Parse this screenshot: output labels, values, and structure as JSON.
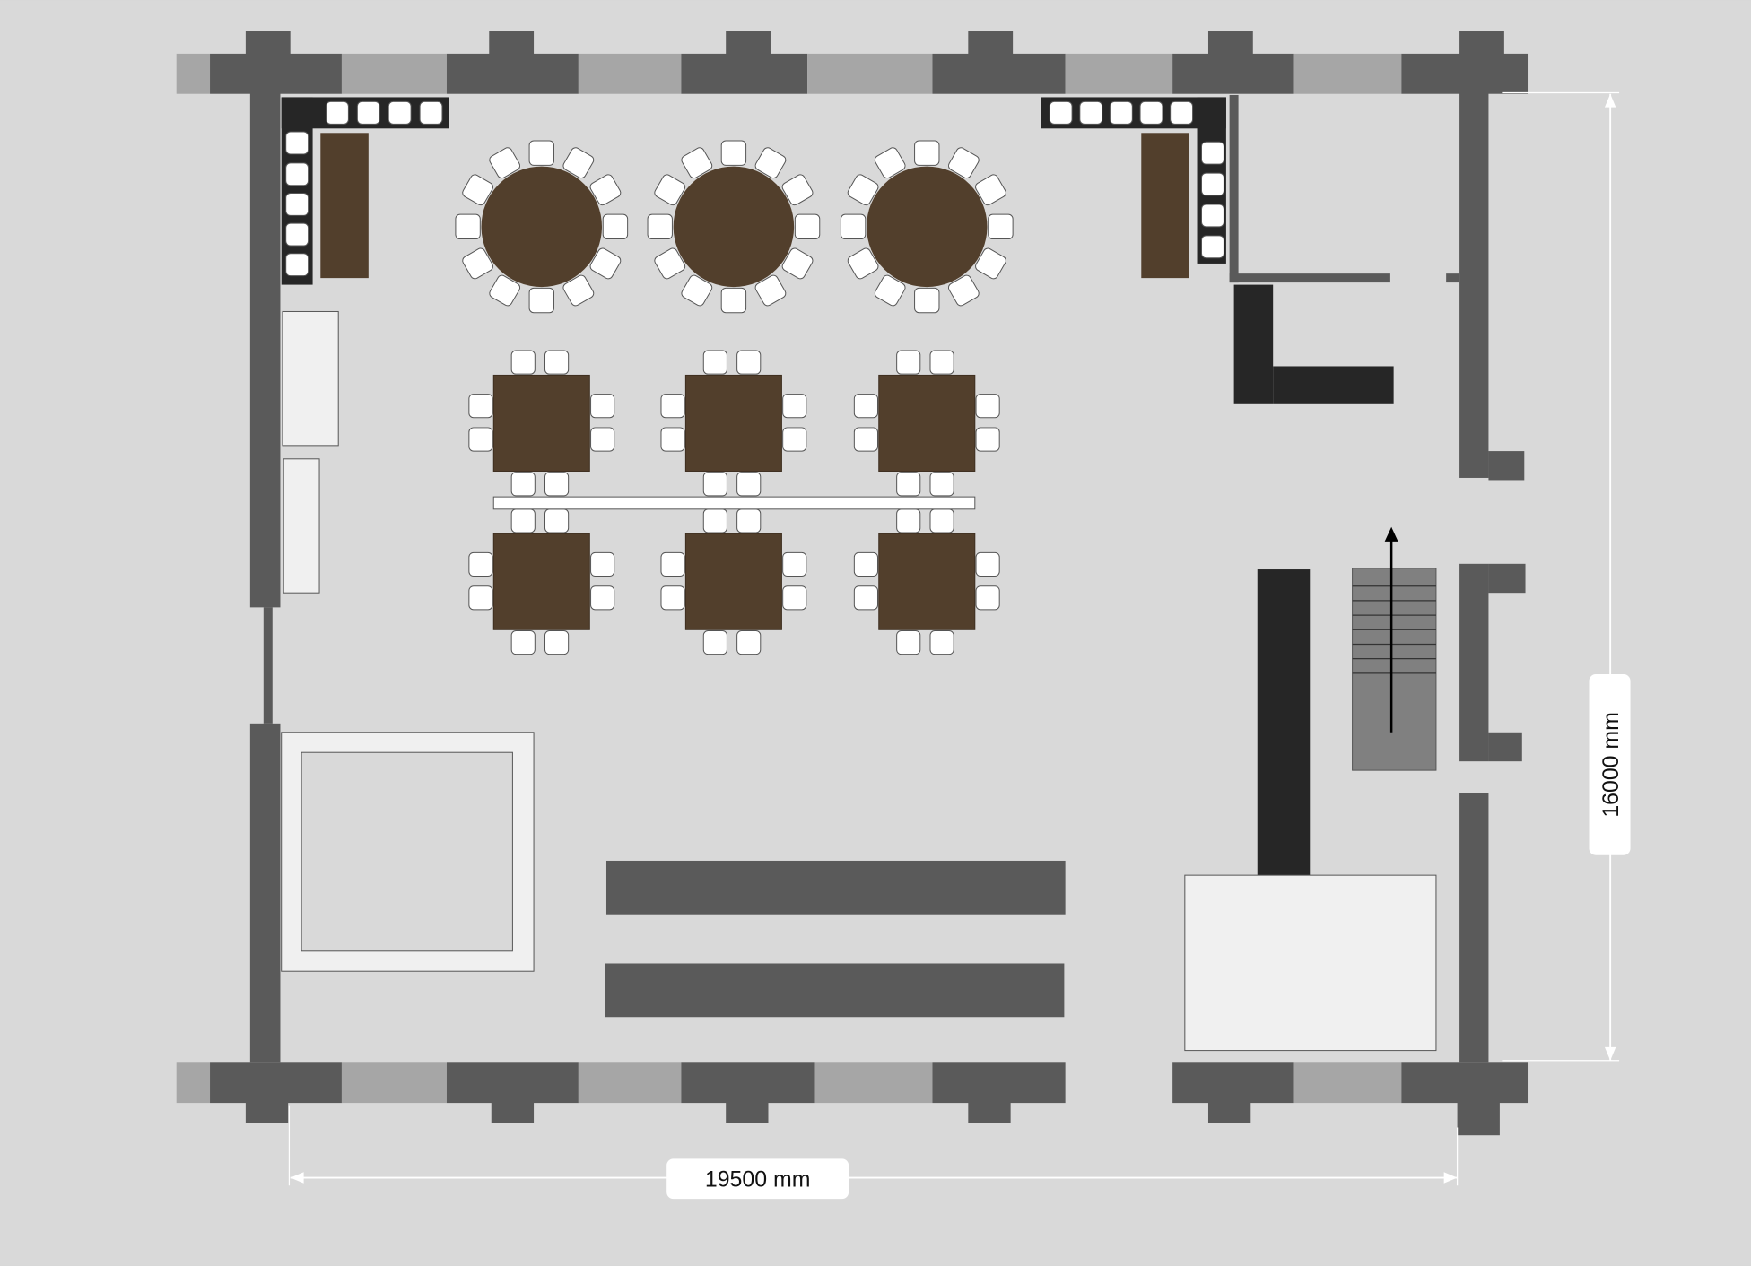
{
  "dimensions": {
    "width_label": "19500 mm",
    "height_label": "16000 mm"
  },
  "colors": {
    "background": "#d9d9d9",
    "wall": "#5a5a5a",
    "window": "#a6a6a6",
    "furniture_wood": "#523f2c",
    "bench": "#262626",
    "stairs": "#808080",
    "white": "#f0f0f0"
  },
  "furniture": {
    "round_tables": 3,
    "chairs_per_round_table": 12,
    "square_tables": 6,
    "chairs_per_square_table": 8
  }
}
